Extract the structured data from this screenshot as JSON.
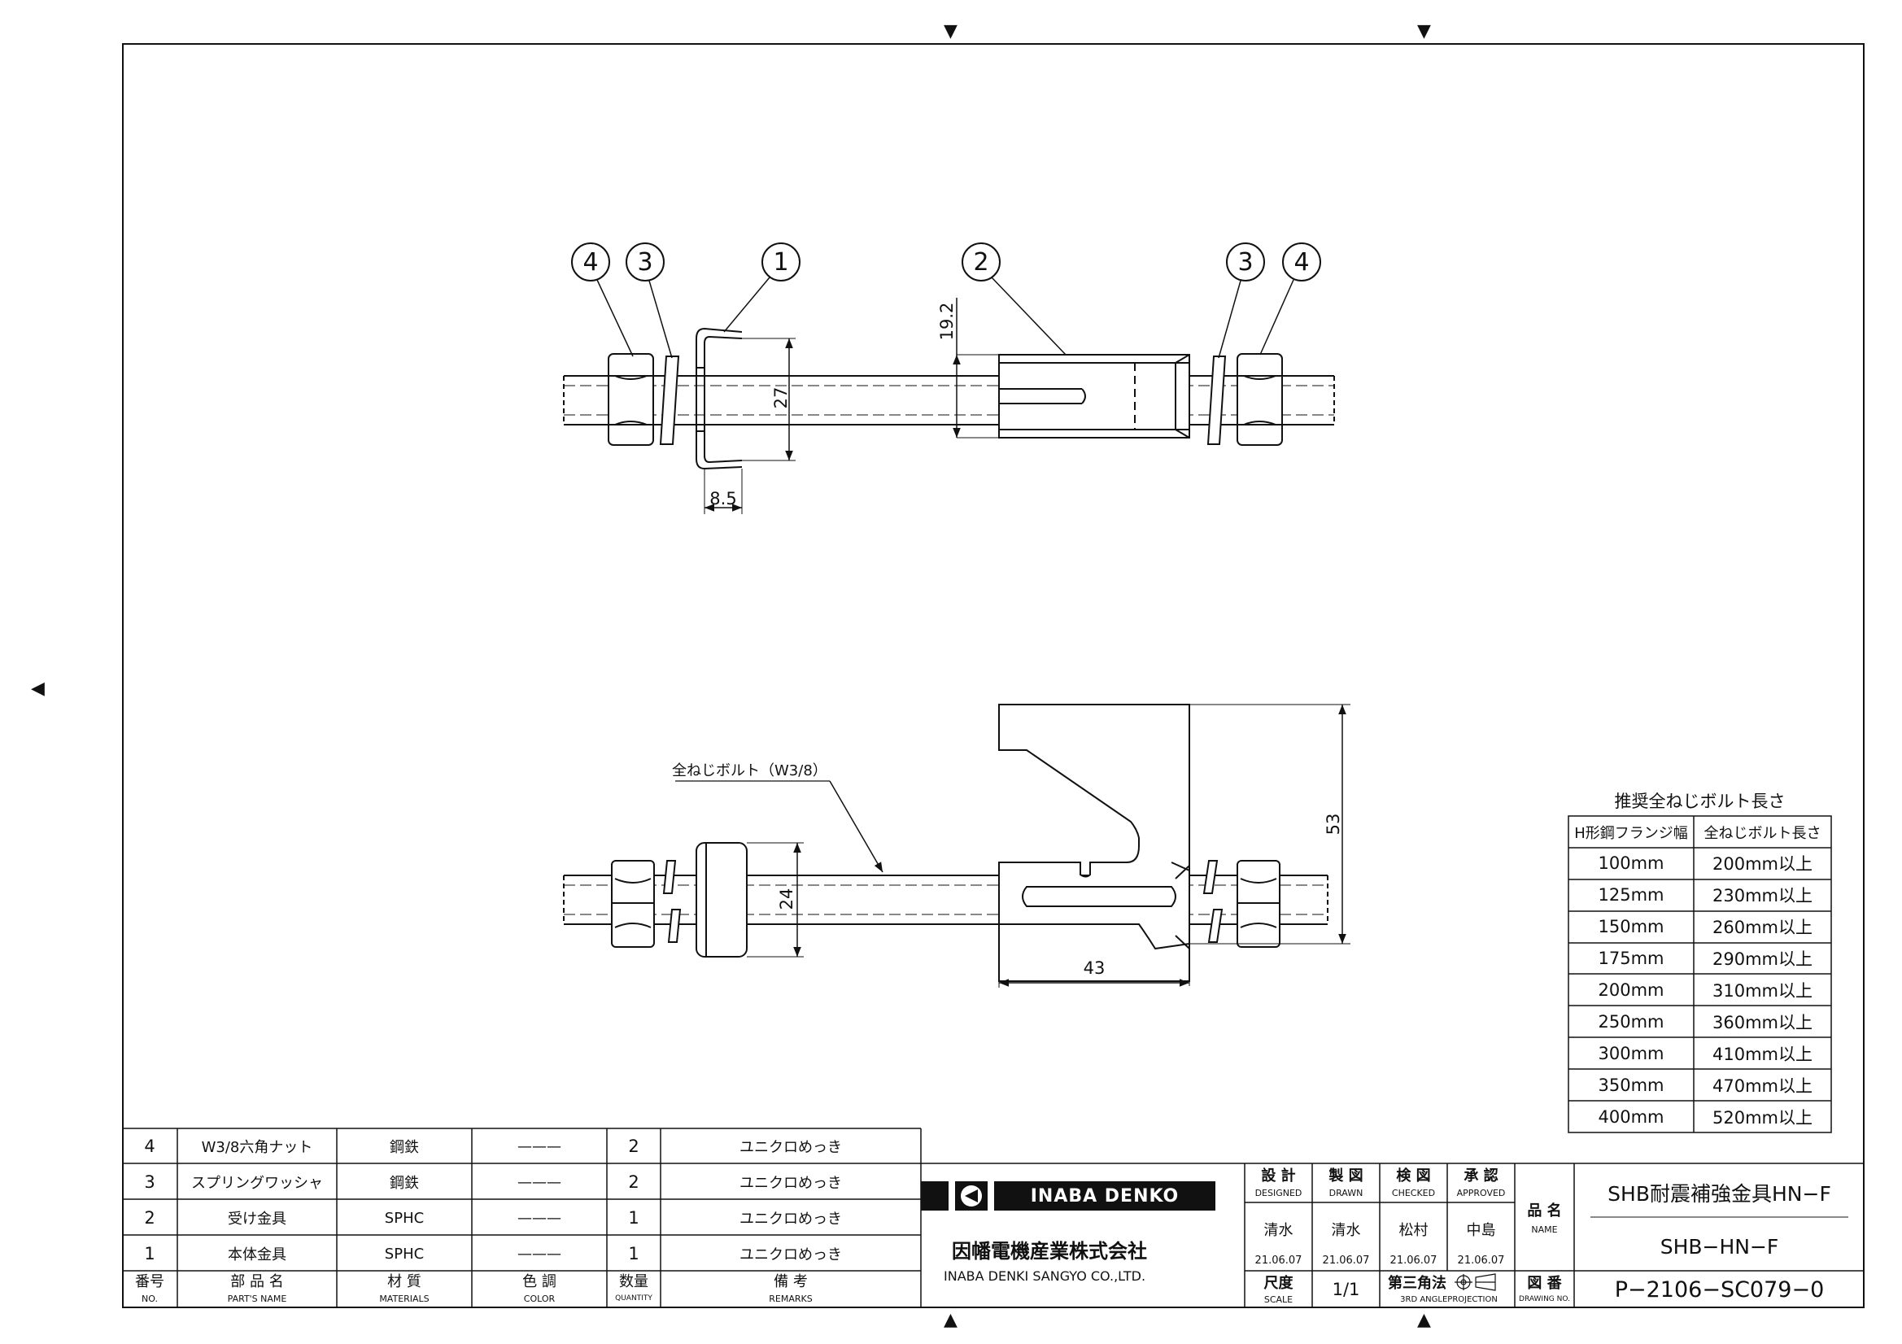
{
  "callouts": {
    "c1": "1",
    "c2": "2",
    "c3": "3",
    "c4": "4"
  },
  "dimensions": {
    "d_19_2": "19.2",
    "d_27": "27",
    "d_8_5": "8.5",
    "d_24": "24",
    "d_53": "53",
    "d_43": "43"
  },
  "bolt_label": "全ねじボルト（W3/8）",
  "recommend_table": {
    "title": "推奨全ねじボルト長さ",
    "headers": [
      "H形鋼フランジ幅",
      "全ねじボルト長さ"
    ],
    "rows": [
      [
        "100mm",
        "200mm以上"
      ],
      [
        "125mm",
        "230mm以上"
      ],
      [
        "150mm",
        "260mm以上"
      ],
      [
        "175mm",
        "290mm以上"
      ],
      [
        "200mm",
        "310mm以上"
      ],
      [
        "250mm",
        "360mm以上"
      ],
      [
        "300mm",
        "410mm以上"
      ],
      [
        "350mm",
        "470mm以上"
      ],
      [
        "400mm",
        "520mm以上"
      ]
    ]
  },
  "parts_list": {
    "rows": [
      {
        "no": "4",
        "name": "W3/8六角ナット",
        "material": "鋼鉄",
        "color": "———",
        "qty": "2",
        "remarks": "ユニクロめっき"
      },
      {
        "no": "3",
        "name": "スプリングワッシャ",
        "material": "鋼鉄",
        "color": "———",
        "qty": "2",
        "remarks": "ユニクロめっき"
      },
      {
        "no": "2",
        "name": "受け金具",
        "material": "SPHC",
        "color": "———",
        "qty": "1",
        "remarks": "ユニクロめっき"
      },
      {
        "no": "1",
        "name": "本体金具",
        "material": "SPHC",
        "color": "———",
        "qty": "1",
        "remarks": "ユニクロめっき"
      }
    ],
    "header": {
      "no_jp": "番号",
      "no_en": "NO.",
      "name_jp": "部 品 名",
      "name_en": "PART'S NAME",
      "mat_jp": "材 質",
      "mat_en": "MATERIALS",
      "color_jp": "色 調",
      "color_en": "COLOR",
      "qty_jp": "数量",
      "qty_en": "QUANTITY",
      "rem_jp": "備 考",
      "rem_en": "REMARKS"
    }
  },
  "company": {
    "logo_text": "INABA DENKO",
    "name_jp": "因幡電機産業株式会社",
    "name_en": "INABA DENKI SANGYO CO.,LTD."
  },
  "title_block": {
    "designed_jp": "設 計",
    "designed_en": "DESIGNED",
    "drawn_jp": "製 図",
    "drawn_en": "DRAWN",
    "checked_jp": "検 図",
    "checked_en": "CHECKED",
    "approved_jp": "承 認",
    "approved_en": "APPROVED",
    "designed_by": "清水",
    "drawn_by": "清水",
    "checked_by": "松村",
    "approved_by": "中島",
    "designed_date": "21.06.07",
    "drawn_date": "21.06.07",
    "checked_date": "21.06.07",
    "approved_date": "21.06.07",
    "scale_jp": "尺度",
    "scale_en": "SCALE",
    "scale": "1/1",
    "projection_jp": "第三角法",
    "projection_en": "3RD ANGLEPROJECTION",
    "name_label_jp": "品 名",
    "name_label_en": "NAME",
    "product_name": "SHB耐震補強金具HN−F",
    "product_code": "SHB−HN−F",
    "drawing_no_jp": "図 番",
    "drawing_no_en": "DRAWING NO.",
    "drawing_no": "P−2106−SC079−0"
  }
}
